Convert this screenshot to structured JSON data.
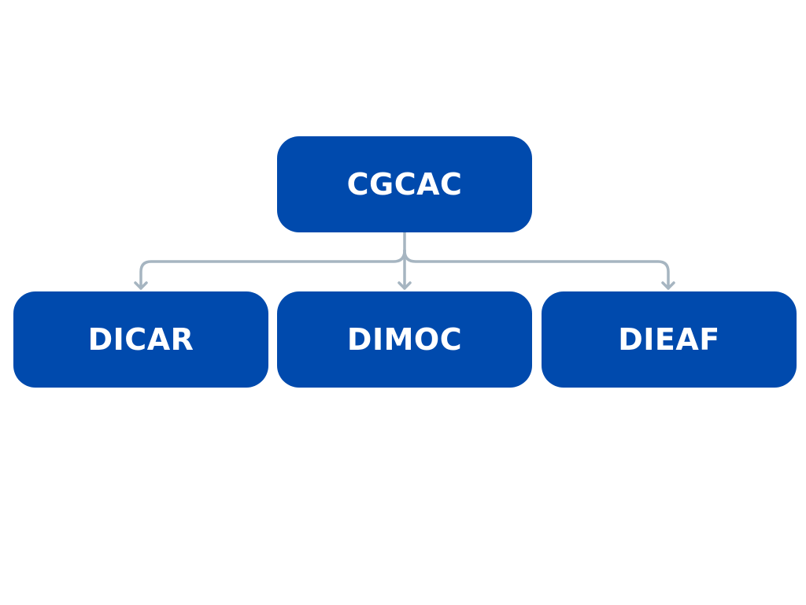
{
  "colors": {
    "node_fill": "#004aad",
    "node_text": "#ffffff",
    "connector": "#a6b5c1",
    "background": "#ffffff"
  },
  "diagram": {
    "root": {
      "label": "CGCAC"
    },
    "children": [
      {
        "label": "DICAR"
      },
      {
        "label": "DIMOC"
      },
      {
        "label": "DIEAF"
      }
    ]
  }
}
